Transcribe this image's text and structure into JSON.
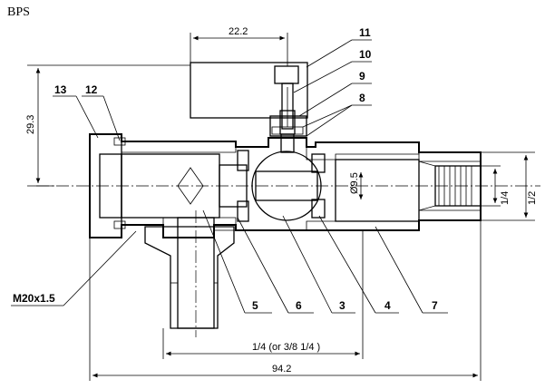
{
  "brand": "BPS",
  "dimensions": {
    "top_width": "22.2",
    "height": "29.3",
    "bore": "Ø9.5",
    "outlet_a": "1/4",
    "outlet_b": "1/2",
    "inlet_thread": "1/4  (or 3/8 1/4 )",
    "overall_length": "94.2",
    "nut_thread": "M20x1.5"
  },
  "callouts": [
    "13",
    "12",
    "11",
    "10",
    "9",
    "8",
    "5",
    "6",
    "3",
    "4",
    "7"
  ]
}
